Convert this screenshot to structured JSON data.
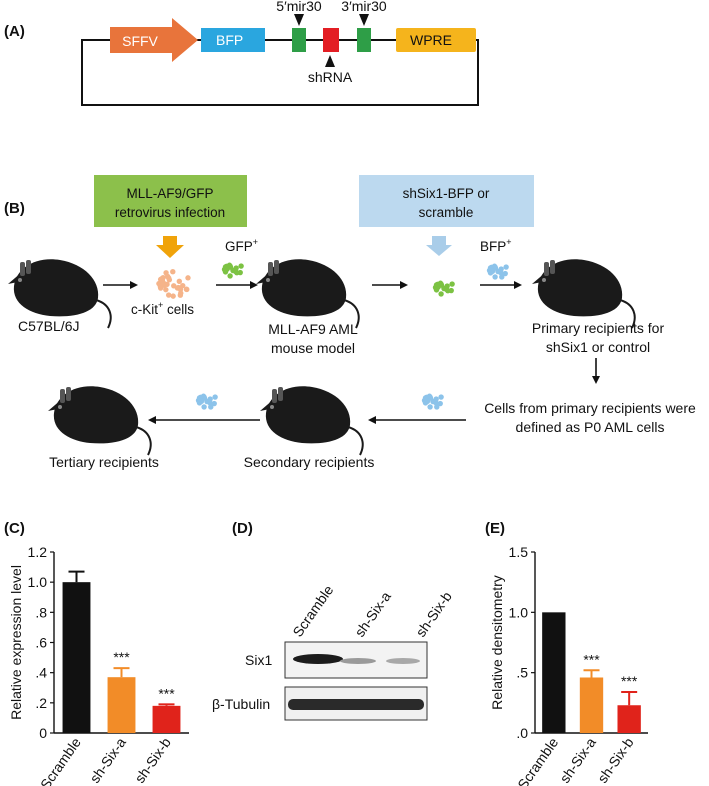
{
  "panels": {
    "a": "(A)",
    "b": "(B)",
    "c": "(C)",
    "d": "(D)",
    "e": "(E)"
  },
  "vector": {
    "sffv": "SFFV",
    "bfp": "BFP",
    "wpre": "WPRE",
    "mir5": "5′mir30",
    "mir3": "3′mir30",
    "shrna": "shRNA"
  },
  "workflow": {
    "box1": [
      "MLL-AF9/GFP",
      "retrovirus infection"
    ],
    "box2": [
      "shSix1-BFP or",
      "scramble"
    ],
    "gfp": "GFP",
    "bfp": "BFP",
    "plus": "+",
    "c57": "C57BL/6J",
    "ckit": "c-Kit",
    "ckit_suffix": " cells",
    "model": [
      "MLL-AF9 AML",
      "mouse model"
    ],
    "primary": [
      "Primary recipients for",
      "shSix1 or control"
    ],
    "p0": [
      "Cells from primary recipients were",
      "defined as P0 AML cells"
    ],
    "secondary": "Secondary recipients",
    "tertiary": "Tertiary recipients"
  },
  "colors": {
    "sffv": "#e8743b",
    "bfp": "#2aa6df",
    "mir": "#2e9e47",
    "shrna": "#e31e24",
    "wpre": "#f5b41c",
    "box1": "#8cc04b",
    "box2": "#bcd9ef",
    "arrow_orange": "#f0a30a",
    "arrow_blue": "#a9cde9",
    "cells_orange": "#f5b48a",
    "cells_green": "#7cc243",
    "cells_blue": "#8cc3ea",
    "mouse": "#1a1a1a",
    "bar_scramble": "#111111",
    "bar_a": "#f28c28",
    "bar_b": "#e0231b"
  },
  "chart_data": [
    {
      "type": "bar",
      "ylabel": "Relative expression level",
      "ylim": [
        0,
        1.2
      ],
      "yticks": [
        "0",
        ".2",
        ".4",
        ".6",
        ".8",
        "1.0",
        "1.2"
      ],
      "categories": [
        "Scramble",
        "sh-Six-a",
        "sh-Six-b"
      ],
      "values": [
        1.0,
        0.37,
        0.18
      ],
      "errors": [
        0.07,
        0.06,
        0.01
      ],
      "annotations": [
        "",
        "***",
        "***"
      ]
    },
    {
      "type": "bar",
      "ylabel": "Relative densitometry",
      "ylim": [
        0,
        1.5
      ],
      "yticks": [
        ".0",
        ".5",
        "1.0",
        "1.5"
      ],
      "categories": [
        "Scramble",
        "sh-Six-a",
        "sh-Six-b"
      ],
      "values": [
        1.0,
        0.46,
        0.23
      ],
      "errors": [
        0.0,
        0.06,
        0.11
      ],
      "annotations": [
        "",
        "***",
        "***"
      ]
    }
  ],
  "western": {
    "lanes": [
      "Scramble",
      "sh-Six-a",
      "sh-Six-b"
    ],
    "rows": [
      "Six1",
      "β-Tubulin"
    ]
  }
}
